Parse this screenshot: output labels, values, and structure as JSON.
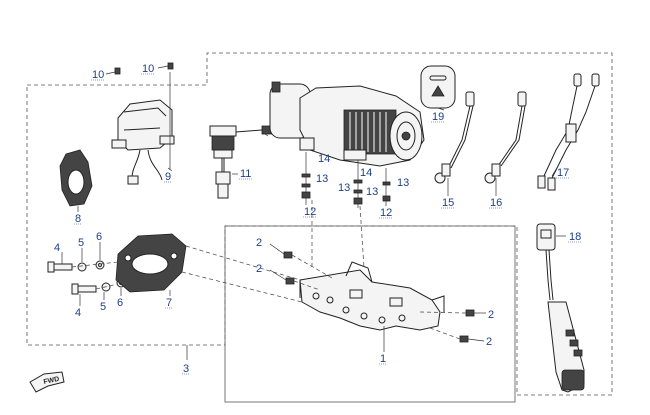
{
  "diagram": {
    "callouts": [
      {
        "id": "c10a",
        "text": "10"
      },
      {
        "id": "c10b",
        "text": "10"
      },
      {
        "id": "c9",
        "text": "9"
      },
      {
        "id": "c8",
        "text": "8"
      },
      {
        "id": "c11",
        "text": "11"
      },
      {
        "id": "c14a",
        "text": "14"
      },
      {
        "id": "c14b",
        "text": "14"
      },
      {
        "id": "c13a",
        "text": "13"
      },
      {
        "id": "c13b",
        "text": "13"
      },
      {
        "id": "c13c",
        "text": "13"
      },
      {
        "id": "c13d",
        "text": "13"
      },
      {
        "id": "c12a",
        "text": "12"
      },
      {
        "id": "c12b",
        "text": "12"
      },
      {
        "id": "c19",
        "text": "19"
      },
      {
        "id": "c15",
        "text": "15"
      },
      {
        "id": "c16",
        "text": "16"
      },
      {
        "id": "c17",
        "text": "17"
      },
      {
        "id": "c18",
        "text": "18"
      },
      {
        "id": "c4a",
        "text": "4"
      },
      {
        "id": "c5a",
        "text": "5"
      },
      {
        "id": "c6a",
        "text": "6"
      },
      {
        "id": "c4b",
        "text": "4"
      },
      {
        "id": "c5b",
        "text": "5"
      },
      {
        "id": "c6b",
        "text": "6"
      },
      {
        "id": "c7",
        "text": "7"
      },
      {
        "id": "c2a",
        "text": "2"
      },
      {
        "id": "c2b",
        "text": "2"
      },
      {
        "id": "c2c",
        "text": "2"
      },
      {
        "id": "c2d",
        "text": "2"
      },
      {
        "id": "c1",
        "text": "1"
      },
      {
        "id": "c3",
        "text": "3"
      }
    ],
    "direction_marker": "FWD"
  },
  "colors": {
    "callout": "#1d3f8a",
    "line": "#222222"
  }
}
